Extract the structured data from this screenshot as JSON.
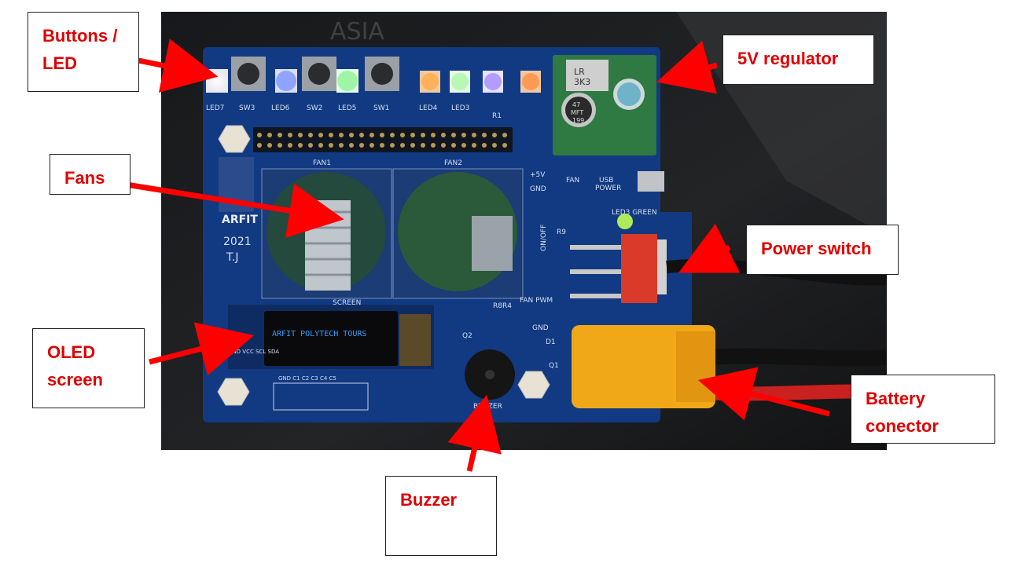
{
  "labels": {
    "buttons_led": "Buttons / LED",
    "fans": "Fans",
    "oled_screen": "OLED screen",
    "regulator": "5V regulator",
    "power_switch": "Power switch",
    "battery": "Battery conector",
    "buzzer": "Buzzer"
  },
  "board_text": {
    "oled_display": "ARFIT POLYTECH TOURS",
    "brand": "ARFIT",
    "year": "2021",
    "initials": "T.J",
    "fan1": "FAN1",
    "fan2": "FAN2",
    "screen": "SCREEN",
    "on_off": "ON/OFF",
    "usb_power": "USB POWER",
    "plus5v": "+5V",
    "gnd": "GND",
    "fan": "FAN",
    "pwm": "PWM",
    "buzzer": "BUZZER",
    "led3_green": "LED3 GREEN",
    "regulator_mark": "LR 3K3",
    "cap_mark": "47 MFT 199",
    "r9": "R9",
    "r8r4": "R8R4",
    "q1": "Q1",
    "q2": "Q2",
    "d1": "D1",
    "header_pins": "GND C1 C2 C3 C4 C5",
    "oled_pins": "GND VCC SCL SDA",
    "comp_labels": [
      "LED7",
      "SW3",
      "LED6",
      "SW2",
      "LED5",
      "SW1",
      "LED4",
      "LED3",
      "R1"
    ]
  },
  "colors": {
    "label_red": "#e00000",
    "arrow_red": "#ff0000",
    "board_blue": "#123a82",
    "oled_text": "#2ea0ff",
    "connector_yellow": "#f0a818",
    "switch_red": "#d93a2a"
  }
}
